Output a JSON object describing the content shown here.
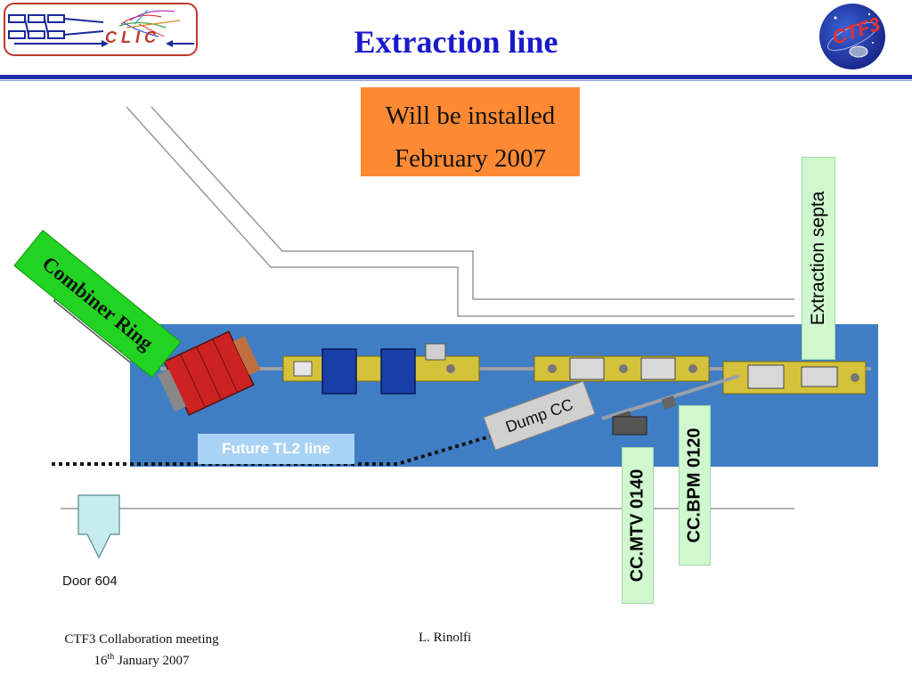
{
  "header": {
    "title": "Extraction line",
    "clic_logo_text": "CLIC",
    "ctf_logo_text": "CTF3"
  },
  "notice": {
    "line1": "Will be installed",
    "line2": "February 2007"
  },
  "labels": {
    "combiner_ring": "Combiner Ring",
    "extraction_septa": "Extraction septa",
    "dump": "Dump CC",
    "future_line": "Future TL2 line",
    "mtv": "CC.MTV 0140",
    "bpm": "CC.BPM 0120",
    "door": "Door 604"
  },
  "footer": {
    "meeting": "CTF3 Collaboration meeting",
    "date_day": "16",
    "date_suffix": "th",
    "date_rest": " January 2007",
    "author": "L. Rinolfi"
  },
  "colors": {
    "title": "#1a1acc",
    "tunnel": "#3f7ec4",
    "notice_bg": "#ff8a33",
    "combiner_bg": "#22d322",
    "vertical_label_bg": "#cff8cf",
    "magnet_yellow": "#d4c23a",
    "quad_blue": "#1a3ea8",
    "dipole_red": "#cc2222"
  }
}
